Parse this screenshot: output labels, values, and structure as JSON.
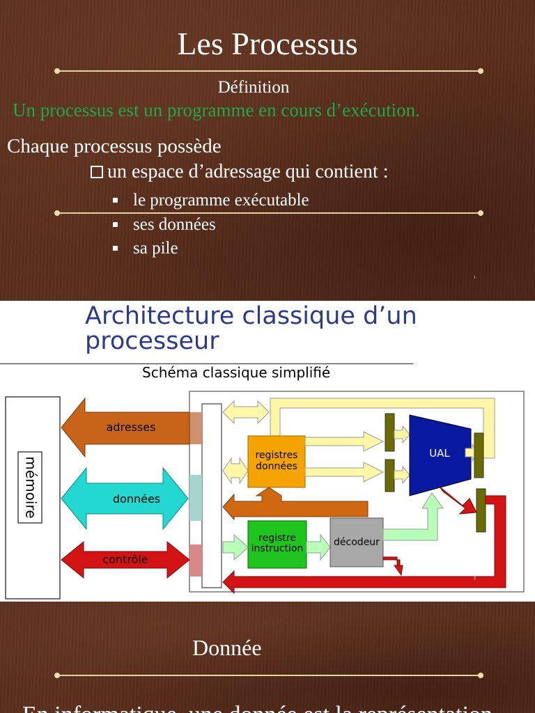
{
  "slide1": {
    "title": "Les Processus",
    "subtitle": "Définition",
    "definition": "Un processus est un programme en cours d’exécution.",
    "intro": "Chaque processus possède",
    "checkbox_item": "un espace d’adressage qui contient :",
    "bullets": [
      "le programme exécutable",
      "ses données",
      "sa pile"
    ],
    "page_number": "1",
    "colors": {
      "definition": "#1fa84a",
      "background": "#5b2f1d"
    }
  },
  "slide2": {
    "title_line1": "Architecture classique d’un",
    "title_line2": "processeur",
    "subtitle": "Schéma classique simplifié",
    "memoire": "mémoire",
    "adresses": "adresses",
    "donnees": "données",
    "controle": "contrôle",
    "registres_l1": "registres",
    "registres_l2": "données",
    "registre_l1": "registre",
    "registre_l2": "instruction",
    "decodeur": "décodeur",
    "ual": "UAL",
    "page_number": "2",
    "colors": {
      "adresses": "#c8641a",
      "donnees": "#22d8d0",
      "controle": "#d41414",
      "registres": "#f5a300",
      "instruction": "#1fc41f",
      "decodeur": "#a8a8a8",
      "ual": "#0a1aa0",
      "light_yellow": "#fff7a8",
      "light_green": "#b8ffb8",
      "olive": "#6b6b00"
    }
  },
  "slide3": {
    "title": "Donnée",
    "body_partial": "En informatique, une donnée est la représentation"
  }
}
